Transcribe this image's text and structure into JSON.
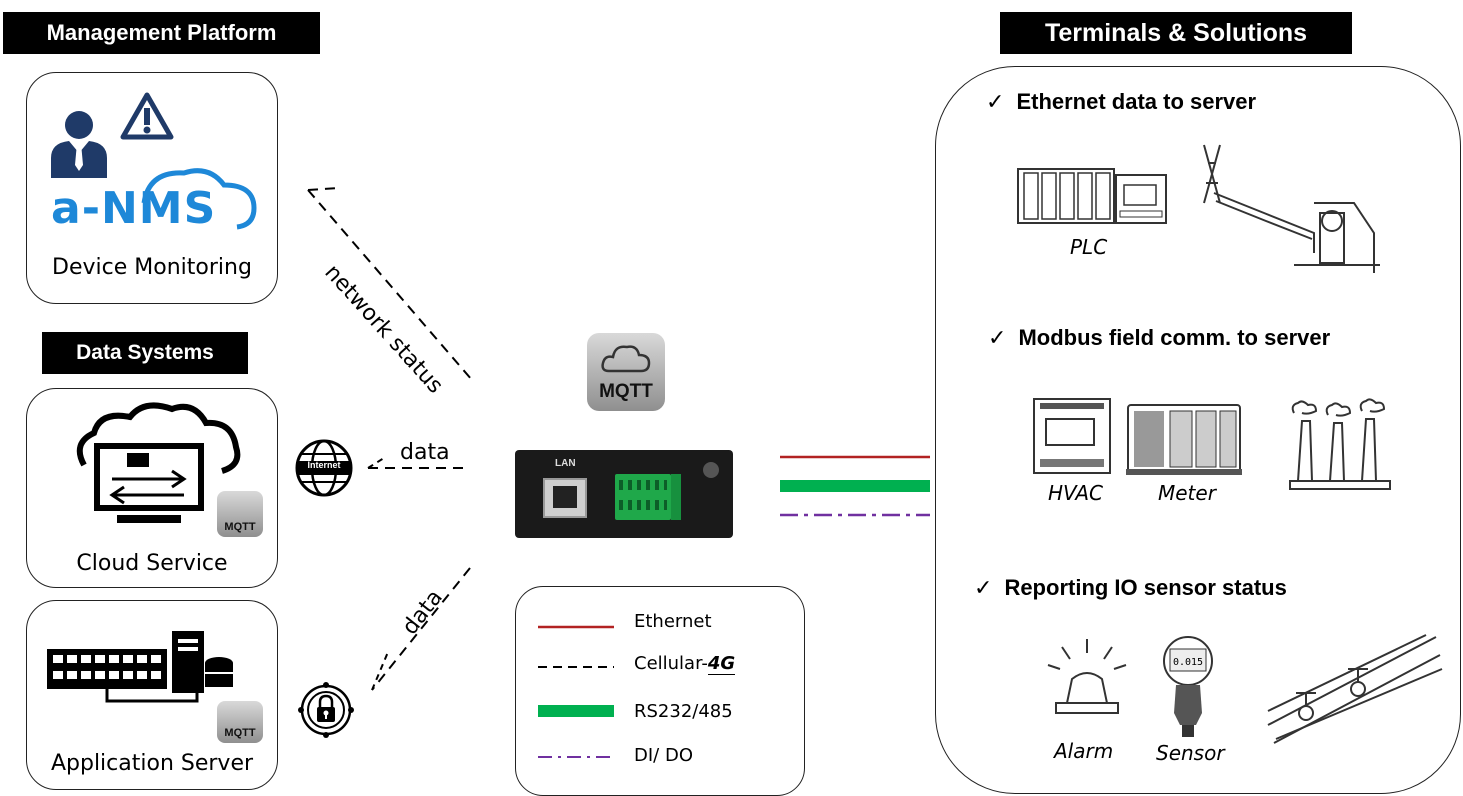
{
  "management": {
    "title": "Management Platform",
    "logo_text": "a-NMS",
    "caption": "Device Monitoring",
    "icons": [
      "person-icon",
      "warning-icon",
      "cloud-logo-icon"
    ]
  },
  "data_systems": {
    "title": "Data Systems",
    "cloud_caption": "Cloud Service",
    "server_caption": "Application Server"
  },
  "center": {
    "mqtt_label": "MQTT",
    "network_status_label": "network status",
    "data_label_top": "data",
    "data_label_bottom": "data",
    "internet_label": "Internet",
    "gateway_port_label": "LAN"
  },
  "badges": {
    "small_mqtt": "MQTT"
  },
  "legend": {
    "items": [
      {
        "label": "Ethernet",
        "color": "#b22222",
        "style": "solid-thin"
      },
      {
        "label": "Cellular-",
        "suffix": "4G",
        "color": "#000000",
        "style": "dashed"
      },
      {
        "label": "RS232/485",
        "color": "#00b050",
        "style": "solid-thick"
      },
      {
        "label": "DI/ DO",
        "color": "#7030a0",
        "style": "dash-dot"
      }
    ]
  },
  "terminals": {
    "title": "Terminals & Solutions",
    "sections": [
      {
        "check": "✓",
        "heading": "Ethernet data to server",
        "labels": [
          "PLC"
        ]
      },
      {
        "check": "✓",
        "heading": "Modbus field comm. to server",
        "labels": [
          "HVAC",
          "Meter"
        ]
      },
      {
        "check": "✓",
        "heading": "Reporting IO sensor status",
        "labels": [
          "Alarm",
          "Sensor"
        ]
      }
    ]
  },
  "colors": {
    "ethernet": "#b22222",
    "rs232": "#00b050",
    "dido": "#7030a0",
    "nms_blue": "#1e88d8",
    "person_navy": "#1f3a68"
  }
}
